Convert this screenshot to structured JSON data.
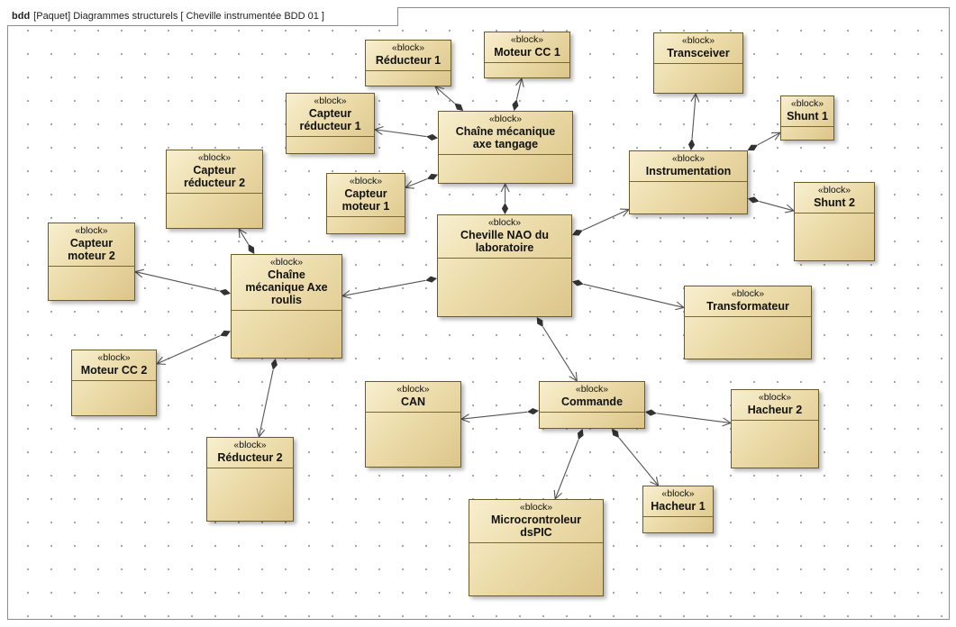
{
  "frame": {
    "keyword": "bdd",
    "title": "[Paquet] Diagrammes structurels [ Cheville instrumentée BDD 01 ]"
  },
  "colors": {
    "block_fill": "#ecdcaa",
    "block_border": "#6b5a2a",
    "edge": "#555555"
  },
  "stereotype": "«block»",
  "blocks": [
    {
      "id": "reducteur1",
      "name": "Réducteur 1"
    },
    {
      "id": "moteurcc1",
      "name": "Moteur CC 1"
    },
    {
      "id": "transceiver",
      "name": "Transceiver"
    },
    {
      "id": "shunt1",
      "name": "Shunt 1"
    },
    {
      "id": "capteurreducteur1",
      "name": "Capteur\nréducteur 1"
    },
    {
      "id": "chainetangage",
      "name": "Chaîne mécanique\naxe tangage"
    },
    {
      "id": "instrumentation",
      "name": "Instrumentation"
    },
    {
      "id": "capteurreducteur2",
      "name": "Capteur\nréducteur 2"
    },
    {
      "id": "capteurmoteur1",
      "name": "Capteur\nmoteur 1"
    },
    {
      "id": "shunt2",
      "name": "Shunt 2"
    },
    {
      "id": "capteurmoteur2",
      "name": "Capteur\nmoteur 2"
    },
    {
      "id": "cheville",
      "name": "Cheville NAO du\nlaboratoire"
    },
    {
      "id": "chaineroulis",
      "name": "Chaîne\nmécanique Axe\nroulis"
    },
    {
      "id": "transformateur",
      "name": "Transformateur"
    },
    {
      "id": "moteurcc2",
      "name": "Moteur CC 2"
    },
    {
      "id": "can",
      "name": "CAN"
    },
    {
      "id": "commande",
      "name": "Commande"
    },
    {
      "id": "hacheur2",
      "name": "Hacheur 2"
    },
    {
      "id": "reducteur2",
      "name": "Réducteur 2"
    },
    {
      "id": "hacheur1",
      "name": "Hacheur 1"
    },
    {
      "id": "microcontroleur",
      "name": "Microcrontroleur\ndsPIC"
    }
  ],
  "compositions": [
    {
      "whole": "cheville",
      "part": "chainetangage"
    },
    {
      "whole": "cheville",
      "part": "chaineroulis"
    },
    {
      "whole": "cheville",
      "part": "instrumentation"
    },
    {
      "whole": "cheville",
      "part": "transformateur"
    },
    {
      "whole": "cheville",
      "part": "commande"
    },
    {
      "whole": "chainetangage",
      "part": "reducteur1"
    },
    {
      "whole": "chainetangage",
      "part": "moteurcc1"
    },
    {
      "whole": "chainetangage",
      "part": "capteurreducteur1"
    },
    {
      "whole": "chainetangage",
      "part": "capteurmoteur1"
    },
    {
      "whole": "chaineroulis",
      "part": "capteurreducteur2"
    },
    {
      "whole": "chaineroulis",
      "part": "capteurmoteur2"
    },
    {
      "whole": "chaineroulis",
      "part": "moteurcc2"
    },
    {
      "whole": "chaineroulis",
      "part": "reducteur2"
    },
    {
      "whole": "instrumentation",
      "part": "transceiver"
    },
    {
      "whole": "instrumentation",
      "part": "shunt1"
    },
    {
      "whole": "instrumentation",
      "part": "shunt2"
    },
    {
      "whole": "commande",
      "part": "can"
    },
    {
      "whole": "commande",
      "part": "hacheur2"
    },
    {
      "whole": "commande",
      "part": "hacheur1"
    },
    {
      "whole": "commande",
      "part": "microcontroleur"
    }
  ]
}
